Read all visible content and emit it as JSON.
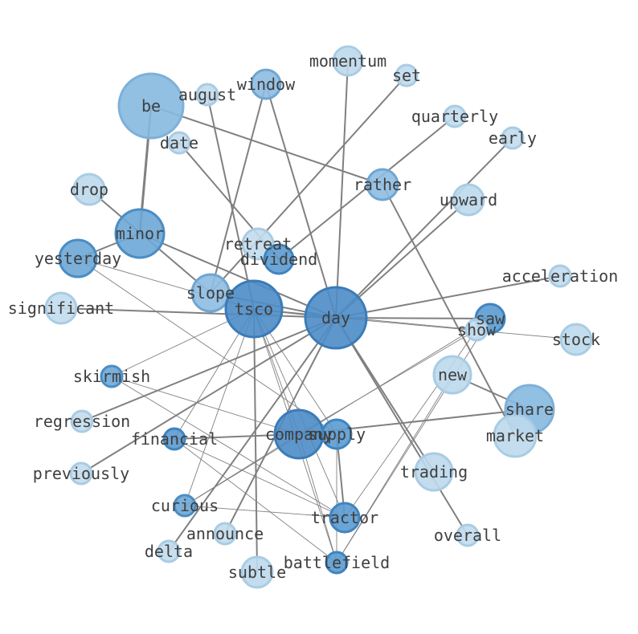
{
  "diagram": {
    "type": "word-cooccurrence-network",
    "nodes": [
      {
        "id": "be",
        "label": "be",
        "color": "#85b9e0",
        "edge_color": "#7fb0d8"
      },
      {
        "id": "august",
        "label": "august",
        "color": "#c2dced",
        "edge_color": "#a9cce4"
      },
      {
        "id": "window",
        "label": "window",
        "color": "#8dbde2",
        "edge_color": "#6fa6d2"
      },
      {
        "id": "momentum",
        "label": "momentum",
        "color": "#bcd9ec",
        "edge_color": "#a9cce4"
      },
      {
        "id": "set",
        "label": "set",
        "color": "#c2dced",
        "edge_color": "#a9cce4"
      },
      {
        "id": "quarterly",
        "label": "quarterly",
        "color": "#c2dced",
        "edge_color": "#a9cce4"
      },
      {
        "id": "early",
        "label": "early",
        "color": "#c2dced",
        "edge_color": "#a9cce4"
      },
      {
        "id": "date",
        "label": "date",
        "color": "#c2dced",
        "edge_color": "#a9cce4"
      },
      {
        "id": "rather",
        "label": "rather",
        "color": "#8dbde2",
        "edge_color": "#6fa6d2"
      },
      {
        "id": "drop",
        "label": "drop",
        "color": "#bcd9ec",
        "edge_color": "#a9cce4"
      },
      {
        "id": "upward",
        "label": "upward",
        "color": "#bcd9ec",
        "edge_color": "#a9cce4"
      },
      {
        "id": "minor",
        "label": "minor",
        "color": "#6ba7d6",
        "edge_color": "#4a8dc4"
      },
      {
        "id": "yesterday",
        "label": "yesterday",
        "color": "#6ba7d6",
        "edge_color": "#4a8dc4"
      },
      {
        "id": "retreat",
        "label": "retreat",
        "color": "#c2dced",
        "edge_color": "#a9cce4"
      },
      {
        "id": "dividend",
        "label": "dividend",
        "color": "#5b9bd0",
        "edge_color": "#3f84c0"
      },
      {
        "id": "acceleration",
        "label": "acceleration",
        "color": "#c2dced",
        "edge_color": "#a9cce4"
      },
      {
        "id": "slope",
        "label": "slope",
        "color": "#8dbde2",
        "edge_color": "#6fa6d2"
      },
      {
        "id": "tsco",
        "label": "tsco",
        "color": "#4d8cc6",
        "edge_color": "#3a7bb8"
      },
      {
        "id": "day",
        "label": "day",
        "color": "#4d8cc6",
        "edge_color": "#3a7bb8"
      },
      {
        "id": "significant",
        "label": "significant",
        "color": "#c2dced",
        "edge_color": "#a9cce4"
      },
      {
        "id": "saw",
        "label": "saw",
        "color": "#5b9bd0",
        "edge_color": "#3f84c0"
      },
      {
        "id": "show",
        "label": "show",
        "color": "#c2dced",
        "edge_color": "#a9cce4"
      },
      {
        "id": "stock",
        "label": "stock",
        "color": "#bcd9ec",
        "edge_color": "#a9cce4"
      },
      {
        "id": "skirmish",
        "label": "skirmish",
        "color": "#6ba7d6",
        "edge_color": "#4a8dc4"
      },
      {
        "id": "new",
        "label": "new",
        "color": "#bcd9ec",
        "edge_color": "#a9cce4"
      },
      {
        "id": "share",
        "label": "share",
        "color": "#85b9e0",
        "edge_color": "#7fb0d8"
      },
      {
        "id": "regression",
        "label": "regression",
        "color": "#c2dced",
        "edge_color": "#a9cce4"
      },
      {
        "id": "market",
        "label": "market",
        "color": "#bcd9ec",
        "edge_color": "#a9cce4"
      },
      {
        "id": "company",
        "label": "company",
        "color": "#4d8cc6",
        "edge_color": "#3a7bb8"
      },
      {
        "id": "supply",
        "label": "supply",
        "color": "#5b9bd0",
        "edge_color": "#3f84c0"
      },
      {
        "id": "financial",
        "label": "financial",
        "color": "#5b9bd0",
        "edge_color": "#3f84c0"
      },
      {
        "id": "previously",
        "label": "previously",
        "color": "#c2dced",
        "edge_color": "#a9cce4"
      },
      {
        "id": "trading",
        "label": "trading",
        "color": "#bcd9ec",
        "edge_color": "#a9cce4"
      },
      {
        "id": "curious",
        "label": "curious",
        "color": "#6ba7d6",
        "edge_color": "#4a8dc4"
      },
      {
        "id": "tractor",
        "label": "tractor",
        "color": "#5b9bd0",
        "edge_color": "#3f84c0"
      },
      {
        "id": "announce",
        "label": "announce",
        "color": "#c2dced",
        "edge_color": "#a9cce4"
      },
      {
        "id": "overall",
        "label": "overall",
        "color": "#c2dced",
        "edge_color": "#a9cce4"
      },
      {
        "id": "delta",
        "label": "delta",
        "color": "#c2dced",
        "edge_color": "#a9cce4"
      },
      {
        "id": "battlefield",
        "label": "battlefield",
        "color": "#5b9bd0",
        "edge_color": "#3f84c0"
      },
      {
        "id": "subtle",
        "label": "subtle",
        "color": "#bcd9ec",
        "edge_color": "#a9cce4"
      }
    ],
    "edges": [
      {
        "source": "be",
        "target": "minor",
        "weight": 3
      },
      {
        "source": "be",
        "target": "rather",
        "weight": 2
      },
      {
        "source": "august",
        "target": "tsco",
        "weight": 2
      },
      {
        "source": "window",
        "target": "day",
        "weight": 2
      },
      {
        "source": "window",
        "target": "slope",
        "weight": 2
      },
      {
        "source": "momentum",
        "target": "day",
        "weight": 2
      },
      {
        "source": "set",
        "target": "slope",
        "weight": 2
      },
      {
        "source": "quarterly",
        "target": "dividend",
        "weight": 2
      },
      {
        "source": "early",
        "target": "day",
        "weight": 2
      },
      {
        "source": "date",
        "target": "dividend",
        "weight": 2
      },
      {
        "source": "rather",
        "target": "market",
        "weight": 2
      },
      {
        "source": "drop",
        "target": "slope",
        "weight": 2
      },
      {
        "source": "upward",
        "target": "day",
        "weight": 2
      },
      {
        "source": "minor",
        "target": "yesterday",
        "weight": 2
      },
      {
        "source": "minor",
        "target": "day",
        "weight": 2
      },
      {
        "source": "yesterday",
        "target": "supply",
        "weight": 1
      },
      {
        "source": "yesterday",
        "target": "tsco",
        "weight": 1
      },
      {
        "source": "acceleration",
        "target": "day",
        "weight": 2
      },
      {
        "source": "slope",
        "target": "day",
        "weight": 2
      },
      {
        "source": "tsco",
        "target": "day",
        "weight": 2
      },
      {
        "source": "tsco",
        "target": "show",
        "weight": 1
      },
      {
        "source": "tsco",
        "target": "company",
        "weight": 1
      },
      {
        "source": "tsco",
        "target": "tractor",
        "weight": 1
      },
      {
        "source": "tsco",
        "target": "supply",
        "weight": 1
      },
      {
        "source": "tsco",
        "target": "battlefield",
        "weight": 1
      },
      {
        "source": "tsco",
        "target": "subtle",
        "weight": 2
      },
      {
        "source": "tsco",
        "target": "financial",
        "weight": 1
      },
      {
        "source": "tsco",
        "target": "curious",
        "weight": 1
      },
      {
        "source": "tsco",
        "target": "skirmish",
        "weight": 1
      },
      {
        "source": "significant",
        "target": "day",
        "weight": 2
      },
      {
        "source": "day",
        "target": "saw",
        "weight": 2
      },
      {
        "source": "day",
        "target": "trading",
        "weight": 2
      },
      {
        "source": "day",
        "target": "overall",
        "weight": 2
      },
      {
        "source": "day",
        "target": "regression",
        "weight": 2
      },
      {
        "source": "day",
        "target": "previously",
        "weight": 2
      },
      {
        "source": "day",
        "target": "delta",
        "weight": 2
      },
      {
        "source": "day",
        "target": "announce",
        "weight": 2
      },
      {
        "source": "day",
        "target": "stock",
        "weight": 1
      },
      {
        "source": "show",
        "target": "company",
        "weight": 1
      },
      {
        "source": "show",
        "target": "tractor",
        "weight": 1
      },
      {
        "source": "saw",
        "target": "battlefield",
        "weight": 1
      },
      {
        "source": "saw",
        "target": "curious",
        "weight": 1
      },
      {
        "source": "new",
        "target": "share",
        "weight": 2
      },
      {
        "source": "new",
        "target": "battlefield",
        "weight": 1
      },
      {
        "source": "share",
        "target": "company",
        "weight": 2
      },
      {
        "source": "skirmish",
        "target": "company",
        "weight": 1
      },
      {
        "source": "skirmish",
        "target": "tractor",
        "weight": 1
      },
      {
        "source": "company",
        "target": "financial",
        "weight": 2
      },
      {
        "source": "company",
        "target": "curious",
        "weight": 1
      },
      {
        "source": "company",
        "target": "battlefield",
        "weight": 1
      },
      {
        "source": "supply",
        "target": "tractor",
        "weight": 2
      },
      {
        "source": "supply",
        "target": "battlefield",
        "weight": 1
      },
      {
        "source": "financial",
        "target": "tractor",
        "weight": 1
      },
      {
        "source": "financial",
        "target": "battlefield",
        "weight": 1
      },
      {
        "source": "curious",
        "target": "tractor",
        "weight": 1
      }
    ]
  }
}
